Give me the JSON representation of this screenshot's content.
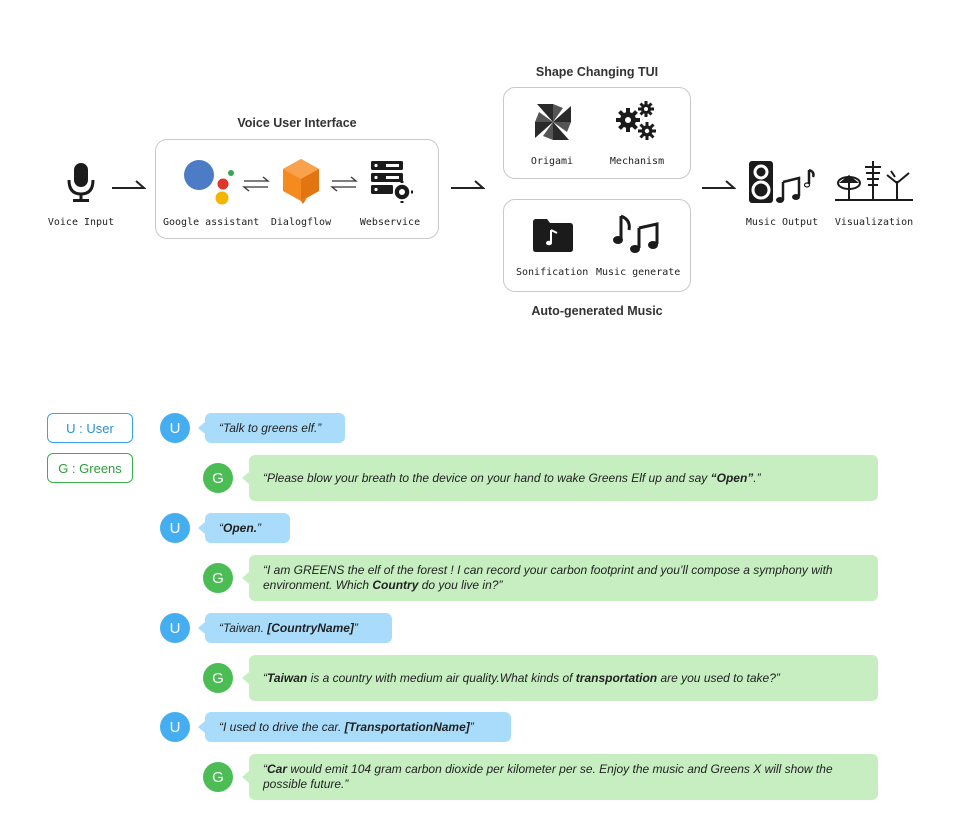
{
  "diagram": {
    "voice_input_label": "Voice Input",
    "vui_title": "Voice User Interface",
    "vui_items": [
      "Google assistant",
      "Dialogflow",
      "Webservice"
    ],
    "tui_title": "Shape Changing TUI",
    "tui_items": [
      "Origami",
      "Mechanism"
    ],
    "music_title": "Auto-generated  Music",
    "music_items": [
      "Sonification",
      "Music generate"
    ],
    "output_labels": [
      "Music Output",
      "Visualization"
    ]
  },
  "legend": {
    "user": "U : User",
    "greens": "G : Greens"
  },
  "chat": {
    "user_initial": "U",
    "greens_initial": "G",
    "m1": "“Talk to greens elf.”",
    "m2_a": "“Please blow your breath to the device on your hand to wake Greens Elf up and say ",
    "m2_b": "“Open”",
    "m2_c": ".”",
    "m3_a": "“",
    "m3_b": "Open.",
    "m3_c": "”",
    "m4_a": "“I am GREENS the elf of the forest ! I can record  your carbon footprint and you’ll compose a symphony with environment. Which ",
    "m4_b": "Country",
    "m4_c": " do you live in?”",
    "m5_a": "“Taiwan. ",
    "m5_b": "[CountryName]",
    "m5_c": "”",
    "m6_a": "“",
    "m6_b": "Taiwan",
    "m6_c": " is a country with medium air quality.What kinds of ",
    "m6_d": "transportation",
    "m6_e": " are you used to take?”",
    "m7_a": "“I used to drive the car. ",
    "m7_b": "[TransportationName]",
    "m7_c": "”",
    "m8_a": "“",
    "m8_b": "Car",
    "m8_c": " would emit 104 gram carbon dioxide per kilometer per se. Enjoy the music and Greens X will show the possible future.”"
  },
  "colors": {
    "user_bubble": "#a9dcfb",
    "greens_bubble": "#c6eec1",
    "user_avatar": "#45aef0",
    "greens_avatar": "#4cbd55",
    "dialogflow_orange": "#f58a1f"
  }
}
